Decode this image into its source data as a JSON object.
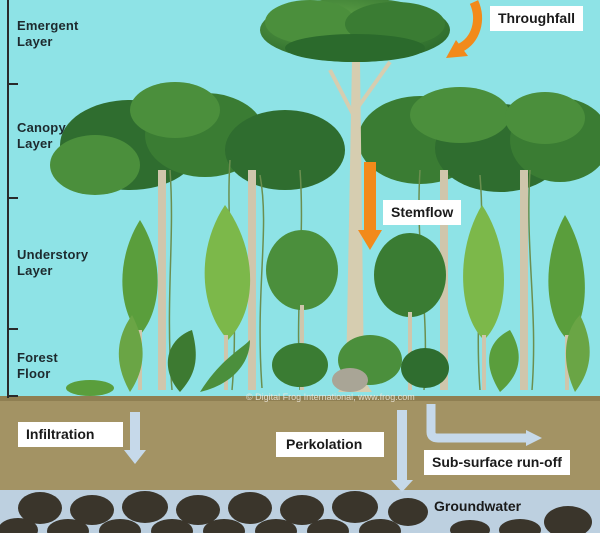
{
  "layers": [
    {
      "name": "Emergent\nLayer"
    },
    {
      "name": "Canopy\nLayer"
    },
    {
      "name": "Understory\nLayer"
    },
    {
      "name": "Forest\nFloor"
    }
  ],
  "process_labels": {
    "throughfall": "Throughfall",
    "stemflow": "Stemflow",
    "infiltration": "Infiltration",
    "perkolation": "Perkolation",
    "subsurface_runoff": "Sub-surface run-off",
    "groundwater": "Groundwater"
  },
  "credit": "© Digital Frog International, www.frog.com",
  "colors": {
    "sky": "#8ee3e6",
    "soil": "#a39364",
    "groundwater": "#bdd0e0",
    "rock": "#3a352b",
    "tree_dark": "#2f6d2f",
    "tree_mid": "#4b8f3c",
    "tree_light": "#7cb84a",
    "trunk": "#cfc6ac",
    "arrow_orange": "#f28a1a",
    "arrow_blue": "#c6d9ea"
  }
}
